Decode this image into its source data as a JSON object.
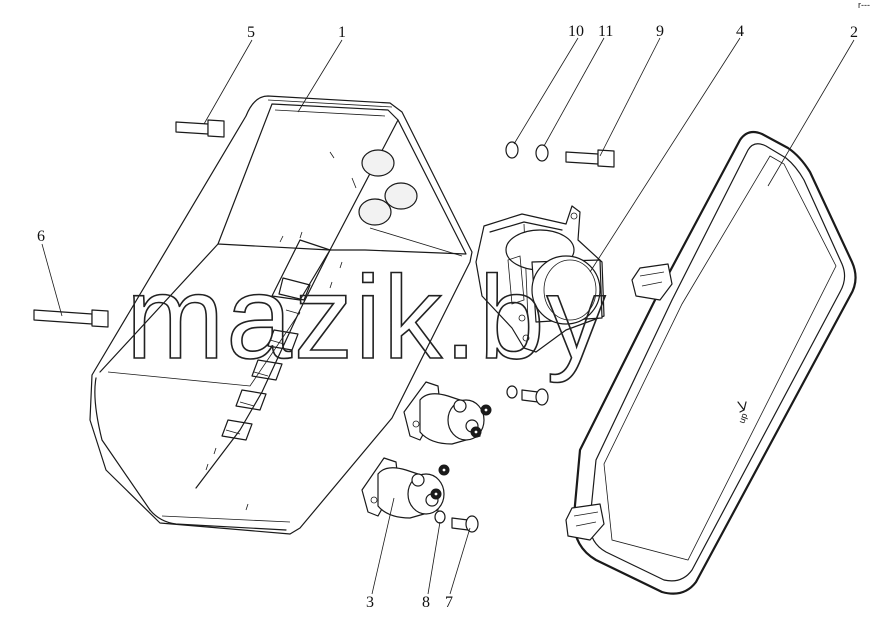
{
  "callouts": {
    "c1": "1",
    "c2": "2",
    "c3": "3",
    "c4": "4",
    "c5": "5",
    "c6": "6",
    "c7": "7",
    "c8": "8",
    "c9": "9",
    "c10": "10",
    "c11": "11"
  },
  "cover": {
    "marking": "up"
  },
  "watermark": {
    "text": "mazik.by"
  },
  "corner_mark": "r---"
}
